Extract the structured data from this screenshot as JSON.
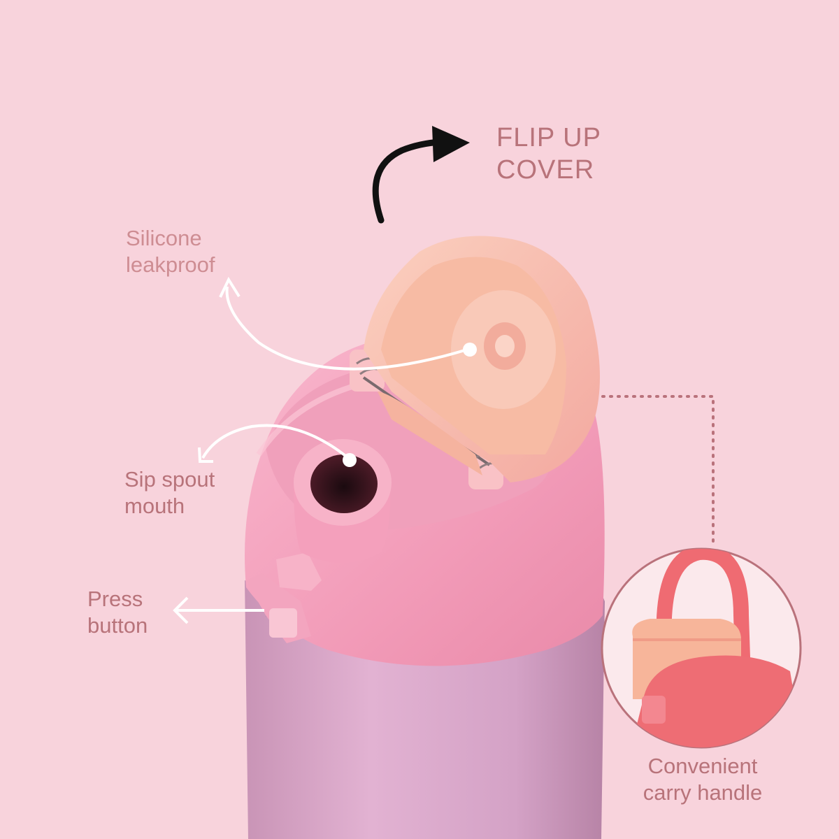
{
  "colors": {
    "background": "#f8d3dc",
    "label_text": "#b8737a",
    "lid_pink": "#f4a4c0",
    "cover_peach": "#f6c0ae",
    "sleeve_lilac": "#d8a3c7",
    "handle_coral": "#ef6b72",
    "dotted_line": "#b9727b"
  },
  "labels": {
    "flip_up_cover": [
      "FLIP UP",
      "COVER"
    ],
    "silicone_leakproof": [
      "Silicone",
      "leakproof"
    ],
    "sip_spout_mouth": [
      "Sip spout",
      "mouth"
    ],
    "press_button": [
      "Press",
      "button"
    ],
    "convenient_carry_handle": [
      "Convenient",
      "carry handle"
    ]
  },
  "icons": {
    "flip_arrow": "curved-arrow-icon",
    "silicone_pointer": "curved-pointer-arrow-icon",
    "spout_pointer": "curved-pointer-arrow-icon",
    "press_pointer": "left-arrow-icon"
  }
}
